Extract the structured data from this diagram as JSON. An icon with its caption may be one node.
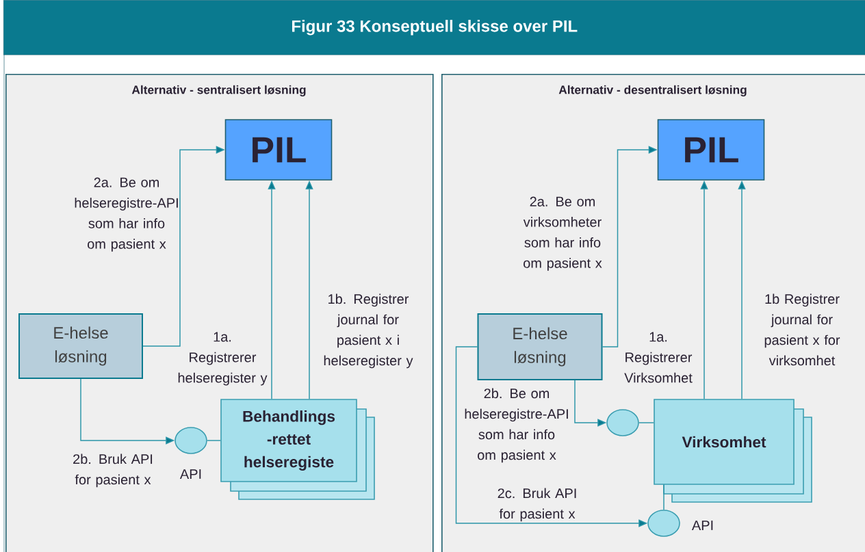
{
  "diagram": {
    "title": "Figur 33 Konseptuell skisse over PIL",
    "nodes": [
      {
        "text": [
          "Alternativ - sentralisert løsning"
        ]
      },
      {
        "text": [
          "PIL"
        ],
        "in": 0
      },
      {
        "text": [
          "E-helse løsning"
        ],
        "in": 0
      },
      {
        "text": [
          "Behandlings -rettet helseregiste"
        ],
        "in": 0
      },
      {
        "text": [],
        "shape": "circle",
        "beside": [
          "API"
        ],
        "in": 0
      },
      {
        "text": [
          "Alternativ - desentralisert løsning"
        ]
      },
      {
        "text": [
          "PIL"
        ],
        "in": 5
      },
      {
        "text": [
          "E-helse løsning"
        ],
        "in": 5
      },
      {
        "text": [
          "Virksomhet"
        ],
        "in": 5
      },
      {
        "text": [],
        "shape": "circle",
        "in": 5
      },
      {
        "text": [],
        "shape": "circle",
        "beside": [
          "API"
        ],
        "in": 5
      }
    ],
    "edges": [
      {
        "from": 2,
        "to": 1,
        "arrow": "to",
        "label": "2a. Be om helseregistre-API som har info om pasient x"
      },
      {
        "from": 3,
        "to": 1,
        "arrow": "to",
        "label": "1a. Registrerer helseregister y"
      },
      {
        "from": 3,
        "to": 1,
        "arrow": "to",
        "label": "1b. Registrer journal for pasient x i helseregister y"
      },
      {
        "from": 2,
        "to": 4,
        "arrow": "to",
        "label": "2b. Bruk API for pasient x"
      },
      {
        "from": 4,
        "to": 3,
        "arrow": "none"
      },
      {
        "from": 7,
        "to": 6,
        "arrow": "to",
        "label": "2a. Be om virksomheter som har info om pasient x"
      },
      {
        "from": 8,
        "to": 6,
        "arrow": "to",
        "label": "1a. Registrerer Virksomhet"
      },
      {
        "from": 8,
        "to": 6,
        "arrow": "to",
        "label": "1b Registrer journal for pasient x for virksomhet"
      },
      {
        "from": 7,
        "to": 9,
        "arrow": "to",
        "label": "2b. Be om helseregistre-API som har info om pasient x"
      },
      {
        "from": 9,
        "to": 8,
        "arrow": "none"
      },
      {
        "from": 7,
        "to": 10,
        "arrow": "to",
        "label": "2c. Bruk API for pasient x"
      },
      {
        "from": 10,
        "to": 8,
        "arrow": "none"
      }
    ]
  }
}
